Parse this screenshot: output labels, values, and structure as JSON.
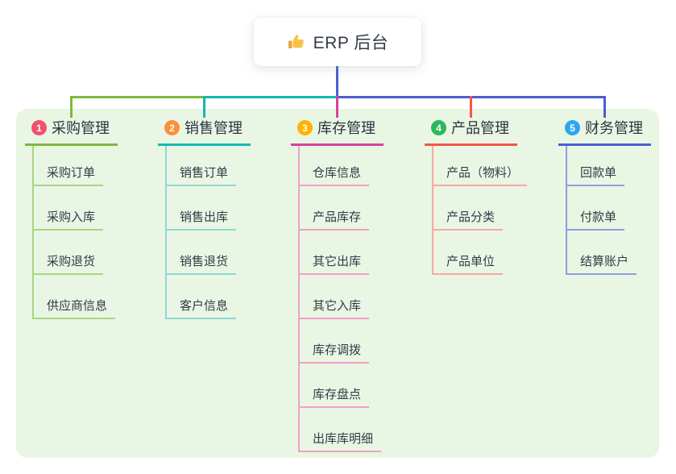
{
  "root": {
    "label": "ERP 后台",
    "icon": "thumbs-up-icon"
  },
  "colors": {
    "panel_background": "#e9f6e4",
    "root_connector": "#4a5fd1",
    "root_card_background": "#ffffff",
    "title_text": "#2c3440",
    "item_text": "#333b46"
  },
  "branches": [
    {
      "badge": "1",
      "title": "采购管理",
      "badge_color": "#f3506b",
      "line_color": "#7cba3e",
      "light_color": "#abd583",
      "items": [
        "采购订单",
        "采购入库",
        "采购退货",
        "供应商信息"
      ]
    },
    {
      "badge": "2",
      "title": "销售管理",
      "badge_color": "#f9913c",
      "line_color": "#15b9ae",
      "light_color": "#8bd9d1",
      "items": [
        "销售订单",
        "销售出库",
        "销售退货",
        "客户信息"
      ]
    },
    {
      "badge": "3",
      "title": "库存管理",
      "badge_color": "#ffb400",
      "line_color": "#d7429a",
      "light_color": "#f0a0ca",
      "items": [
        "仓库信息",
        "产品库存",
        "其它出库",
        "其它入库",
        "库存调拨",
        "库存盘点",
        "出库库明细"
      ]
    },
    {
      "badge": "4",
      "title": "产品管理",
      "badge_color": "#2bb85a",
      "line_color": "#f3564a",
      "light_color": "#f8a9a1",
      "items": [
        "产品（物料）",
        "产品分类",
        "产品单位"
      ]
    },
    {
      "badge": "5",
      "title": "财务管理",
      "badge_color": "#2aa7ef",
      "line_color": "#4a5fd1",
      "light_color": "#8ba0dc",
      "items": [
        "回款单",
        "付款单",
        "结算账户"
      ]
    }
  ]
}
